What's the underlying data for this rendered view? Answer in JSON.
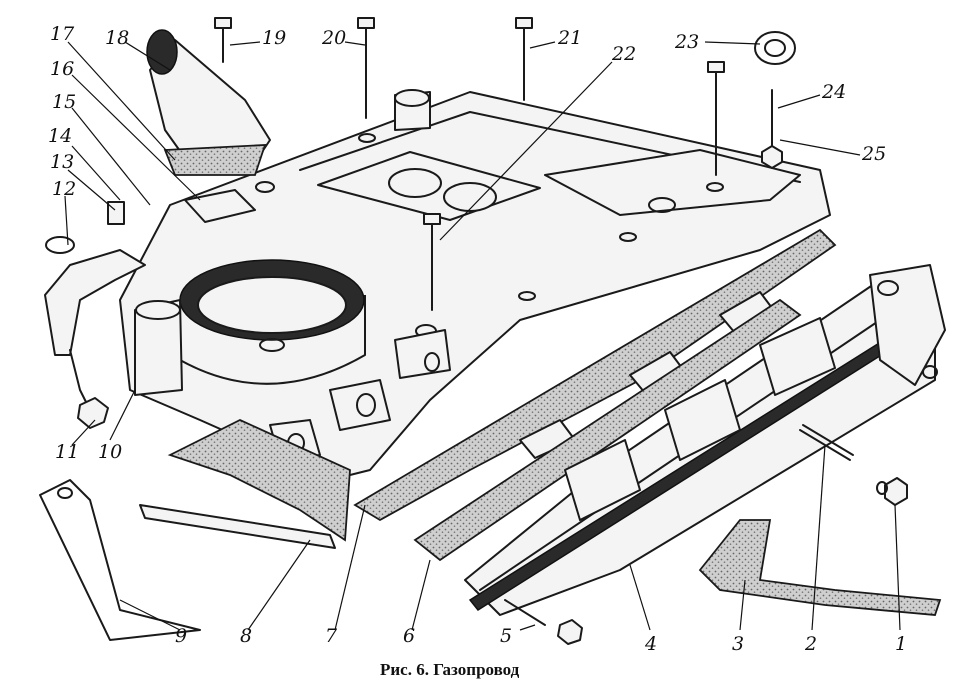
{
  "caption": "Рис. 6. Газопровод",
  "callouts": [
    "1",
    "2",
    "3",
    "4",
    "5",
    "6",
    "7",
    "8",
    "9",
    "10",
    "11",
    "12",
    "13",
    "14",
    "15",
    "16",
    "17",
    "18",
    "19",
    "20",
    "21",
    "22",
    "23",
    "24",
    "25"
  ]
}
